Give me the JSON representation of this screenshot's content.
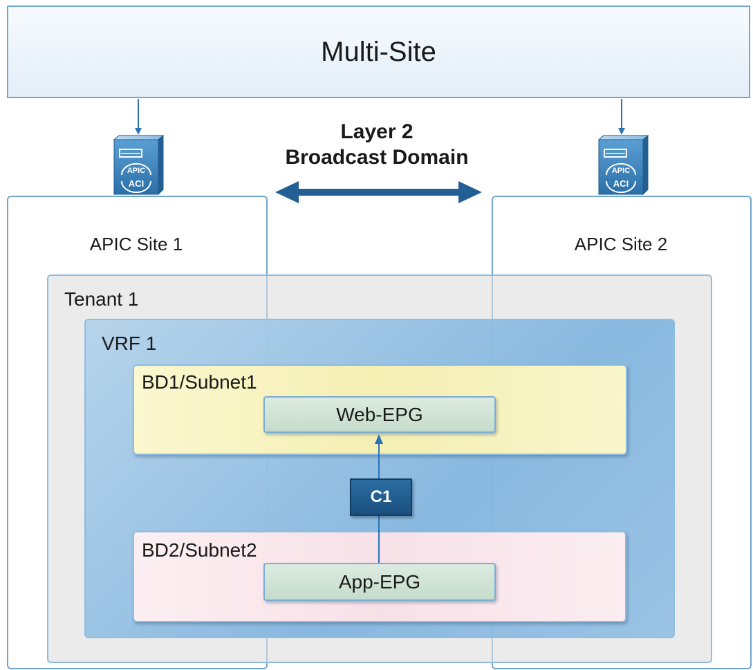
{
  "multisite": {
    "label": "Multi-Site"
  },
  "layer2": {
    "line1": "Layer 2",
    "line2": "Broadcast Domain"
  },
  "sites": [
    {
      "label": "APIC Site 1",
      "icon_top": "APIC",
      "icon_bottom": "ACI"
    },
    {
      "label": "APIC Site 2",
      "icon_top": "APIC",
      "icon_bottom": "ACI"
    }
  ],
  "tenant": {
    "label": "Tenant 1"
  },
  "vrf": {
    "label": "VRF 1"
  },
  "bd1": {
    "label": "BD1/Subnet1",
    "epg": "Web-EPG"
  },
  "bd2": {
    "label": "BD2/Subnet2",
    "epg": "App-EPG"
  },
  "contract": {
    "label": "C1"
  },
  "colors": {
    "line": "#2a73b5",
    "frame": "#6fa6cf",
    "contract": "#1f5d93",
    "bd1_fill": "#f6f1bd",
    "bd2_fill": "#f9e6ec",
    "epg_fill": "#d0e3d4"
  }
}
